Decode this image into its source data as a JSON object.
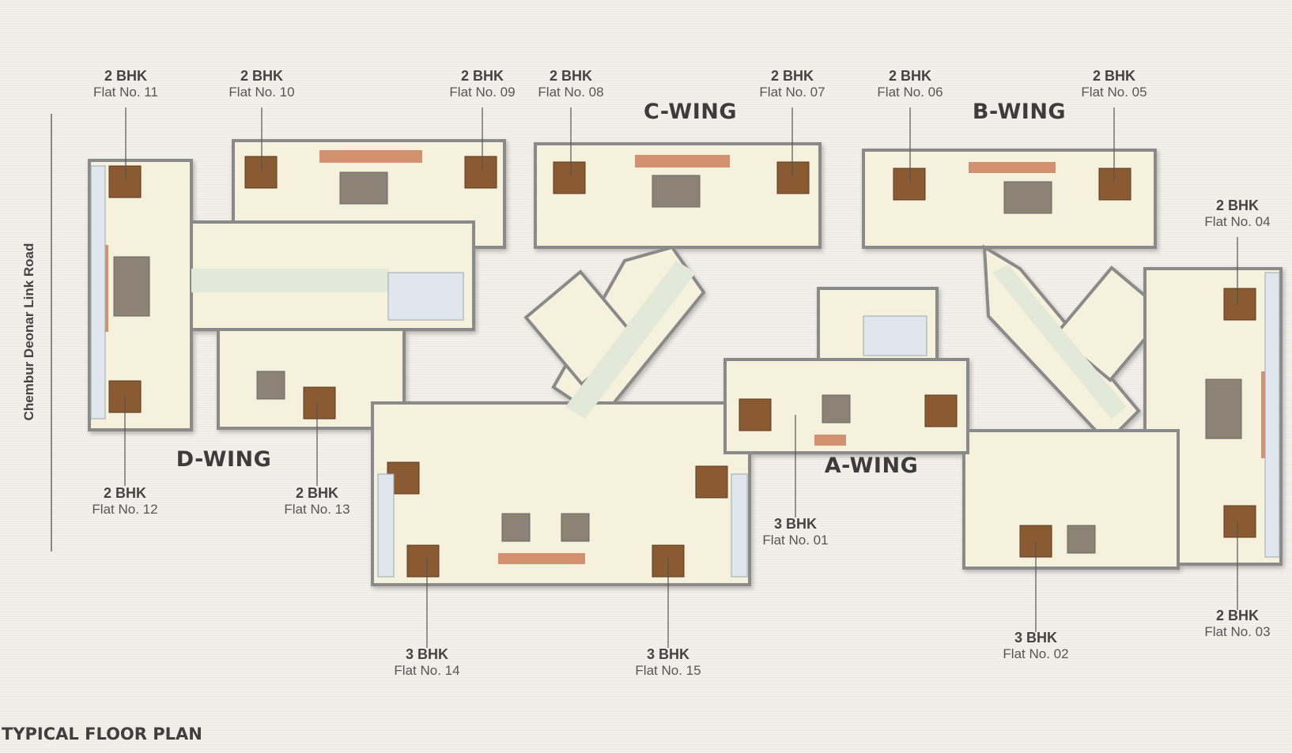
{
  "title": "TYPICAL FLOOR PLAN",
  "road_label": "Chembur Deonar Link Road",
  "wings": {
    "a": "A-WING",
    "b": "B-WING",
    "c": "C-WING",
    "d": "D-WING"
  },
  "flats": [
    {
      "type": "2 BHK",
      "flat": "Flat No. 11"
    },
    {
      "type": "2 BHK",
      "flat": "Flat No. 10"
    },
    {
      "type": "2 BHK",
      "flat": "Flat No. 09"
    },
    {
      "type": "2 BHK",
      "flat": "Flat No. 08"
    },
    {
      "type": "2 BHK",
      "flat": "Flat No. 07"
    },
    {
      "type": "2 BHK",
      "flat": "Flat No. 06"
    },
    {
      "type": "2 BHK",
      "flat": "Flat No. 05"
    },
    {
      "type": "2 BHK",
      "flat": "Flat No. 04"
    },
    {
      "type": "2 BHK",
      "flat": "Flat No. 12"
    },
    {
      "type": "2 BHK",
      "flat": "Flat No. 13"
    },
    {
      "type": "3 BHK",
      "flat": "Flat No. 01"
    },
    {
      "type": "3 BHK",
      "flat": "Flat No. 14"
    },
    {
      "type": "3 BHK",
      "flat": "Flat No. 15"
    },
    {
      "type": "3 BHK",
      "flat": "Flat No. 02"
    },
    {
      "type": "2 BHK",
      "flat": "Flat No. 03"
    }
  ],
  "colors": {
    "background": "#efece6",
    "floor": "#f6f1dc",
    "wall": "#8a8a8a",
    "bedroom": "#8a5a32",
    "living": "#8c8275",
    "balcony": "#c97a56",
    "toilet": "#dfe6ee"
  }
}
